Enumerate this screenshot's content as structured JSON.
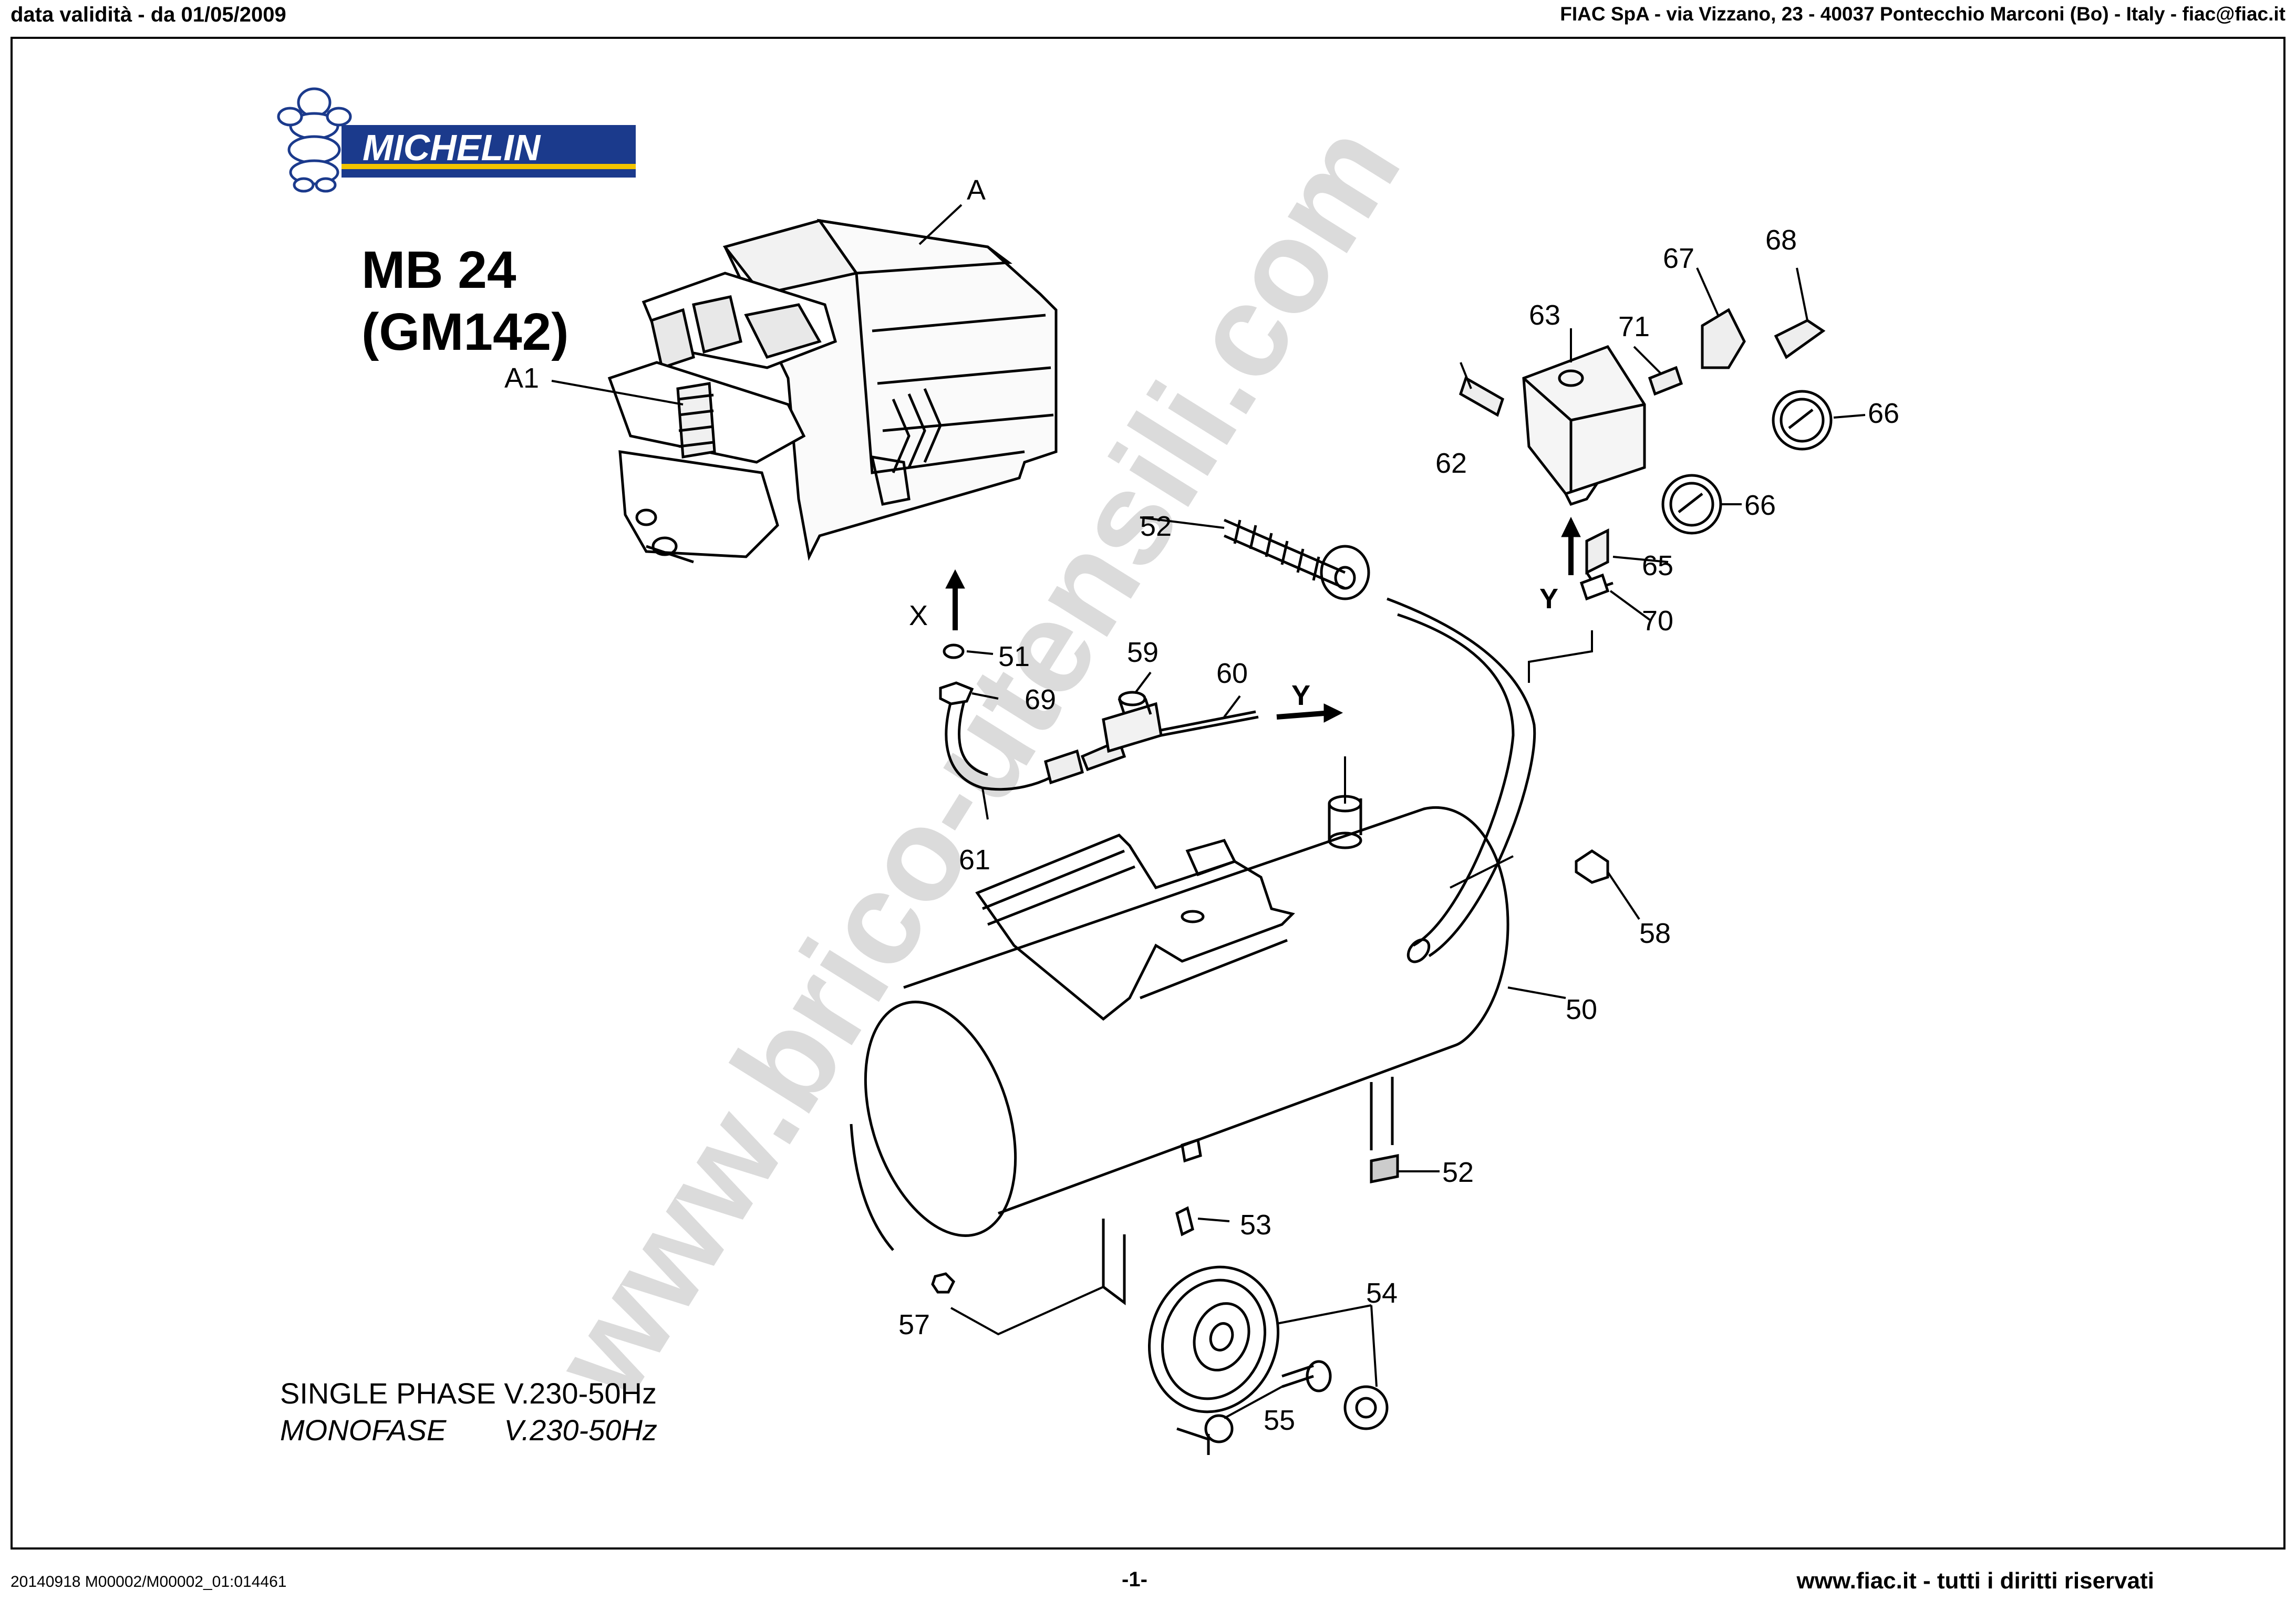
{
  "header": {
    "left": "data validità - da 01/05/2009",
    "right": "FIAC SpA - via Vizzano, 23 - 40037 Pontecchio Marconi (Bo) - Italy - fiac@fiac.it"
  },
  "logo": {
    "text": "MICHELIN",
    "brand_color": "#1b3a8c",
    "accent_color": "#f2c400"
  },
  "model": {
    "line1": "MB 24",
    "line2": "(GM142)"
  },
  "watermark": "www.brico-utensili.com",
  "callouts": {
    "A": "A",
    "A1": "A1",
    "X": "X",
    "Y_top": "Y",
    "Y_side": "Y",
    "p50": "50",
    "p51": "51",
    "p52a": "52",
    "p52b": "52",
    "p53": "53",
    "p54": "54",
    "p55": "55",
    "p57": "57",
    "p58": "58",
    "p59": "59",
    "p60": "60",
    "p61": "61",
    "p62": "62",
    "p63": "63",
    "p65": "65",
    "p66a": "66",
    "p66b": "66",
    "p67": "67",
    "p68": "68",
    "p69": "69",
    "p70": "70",
    "p71": "71"
  },
  "phase": {
    "line1": "SINGLE  PHASE V.230-50Hz",
    "line2_label": "MONOFASE",
    "line2_value": "V.230-50Hz"
  },
  "footer": {
    "left": "20140918 M00002/M00002_01:014461",
    "center": "-1-",
    "right": "www.fiac.it - tutti i diritti riservati"
  }
}
